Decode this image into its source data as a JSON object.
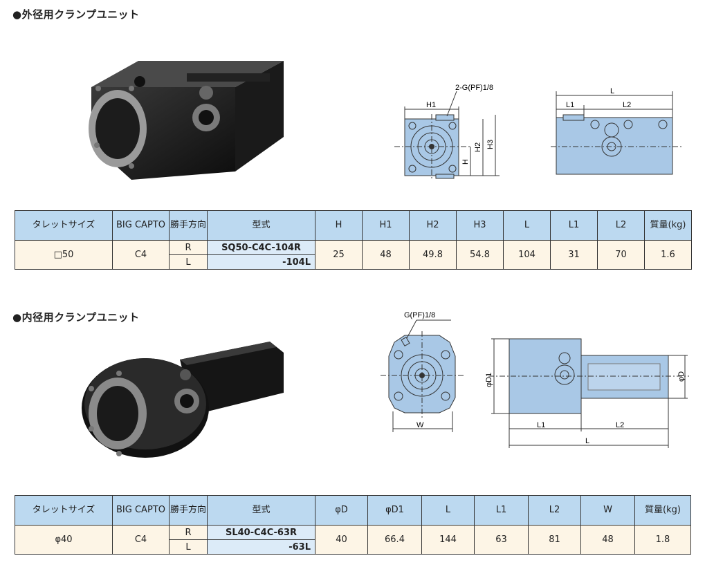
{
  "section1": {
    "title": "●外径用クランプユニット",
    "drawing_labels": {
      "port": "2-G(PF)1/8",
      "H1": "H1",
      "H": "H",
      "H2": "H2",
      "H3": "H3",
      "L": "L",
      "L1": "L1",
      "L2": "L2"
    },
    "headers": [
      "タレットサイズ",
      "BIG CAPTO",
      "勝手方向",
      "型式",
      "H",
      "H1",
      "H2",
      "H3",
      "L",
      "L1",
      "L2",
      "質量(kg)"
    ],
    "row": {
      "turret": "□50",
      "capto": "C4",
      "dir_r": "R",
      "dir_l": "L",
      "model_r": "SQ50-C4C-104R",
      "model_l": "-104L",
      "values": [
        "25",
        "48",
        "49.8",
        "54.8",
        "104",
        "31",
        "70",
        "1.6"
      ]
    }
  },
  "section2": {
    "title": "●内径用クランプユニット",
    "drawing_labels": {
      "port": "G(PF)1/8",
      "D1": "φD1",
      "D": "φD",
      "W": "W",
      "L": "L",
      "L1": "L1",
      "L2": "L2"
    },
    "headers": [
      "タレットサイズ",
      "BIG CAPTO",
      "勝手方向",
      "型式",
      "φD",
      "φD1",
      "L",
      "L1",
      "L2",
      "W",
      "質量(kg)"
    ],
    "row": {
      "turret": "φ40",
      "capto": "C4",
      "dir_r": "R",
      "dir_l": "L",
      "model_r": "SL40-C4C-63R",
      "model_l": "-63L",
      "values": [
        "40",
        "66.4",
        "144",
        "63",
        "81",
        "48",
        "1.8"
      ]
    }
  },
  "colors": {
    "header_bg": "#bcd9f0",
    "cell_bg": "#fdf5e6",
    "model_bg": "#dcebf8",
    "drawing_fill": "#a9c8e6"
  }
}
